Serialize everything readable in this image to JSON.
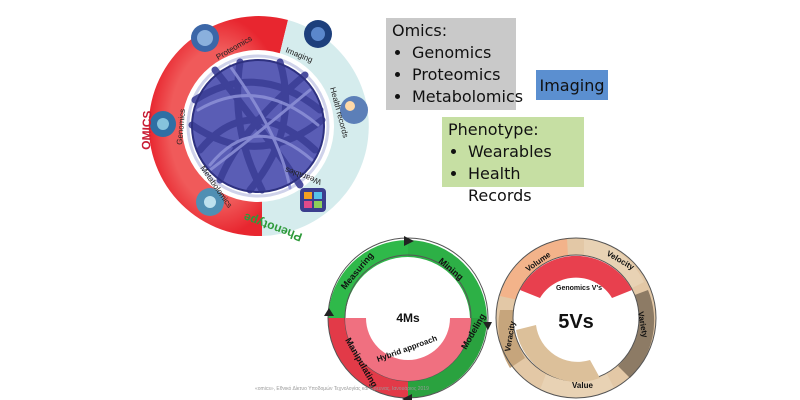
{
  "omics_circle": {
    "outer_left_label": "OMICS",
    "outer_right_label": "Phenotype",
    "segments": {
      "proteomics": "Proteomics",
      "genomics": "Genomics",
      "metabolomics": "Metabolomics",
      "imaging": "Imaging",
      "health_records": "Health records",
      "wearables": "Wearables"
    },
    "colors": {
      "omics": "#e8262f",
      "phenotype": "#d4ecec",
      "network": "#4b4fa8"
    }
  },
  "omics_box": {
    "title": "Omics:",
    "items": [
      "Genomics",
      "Proteomics",
      "Metabolomics"
    ],
    "bg": "#c9c9c9"
  },
  "imaging_box": {
    "label": "Imaging",
    "bg": "#5b8fd0"
  },
  "phenotype_box": {
    "title": "Phenotype:",
    "items": [
      "Wearables",
      "Health Records"
    ],
    "bg": "#c6dfa3"
  },
  "four_ms": {
    "center": "4Ms",
    "segments": {
      "measuring": "Measuring",
      "mining": "Mining",
      "modeling": "Modeling",
      "manipulating": "Manipulating"
    },
    "inner": "Hybrid approach"
  },
  "five_vs": {
    "center": "5Vs",
    "segments": {
      "volume": "Volume",
      "velocity": "Velocity",
      "variety": "Variety",
      "value": "Value",
      "veracity": "Veracity"
    },
    "inner": "Genomics V's"
  },
  "footer": "«omics», Εθνικό Δίκτυο Υποδομών Τεχνολογίας και Έρευνας, Ιανουάριος 2019"
}
